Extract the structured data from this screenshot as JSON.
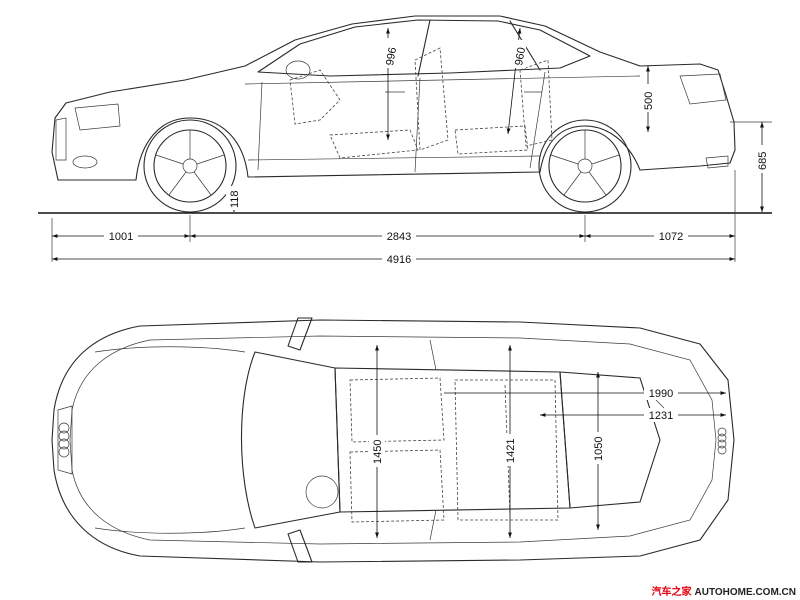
{
  "side_view": {
    "front_overhang": "1001",
    "wheelbase": "2843",
    "rear_overhang": "1072",
    "overall_length": "4916",
    "ground_clearance": "118",
    "front_headroom": "996",
    "rear_headroom": "960",
    "trunk_height": "500",
    "rear_loading_height": "685"
  },
  "top_view": {
    "width_with_mirrors": "1990",
    "trunk_width": "1231",
    "front_shoulder_width": "1450",
    "rear_shoulder_width": "1421",
    "trunk_length": "1050"
  },
  "watermark": {
    "cn": "汽车之家",
    "en": "AUTOHOME.COM.CN"
  }
}
